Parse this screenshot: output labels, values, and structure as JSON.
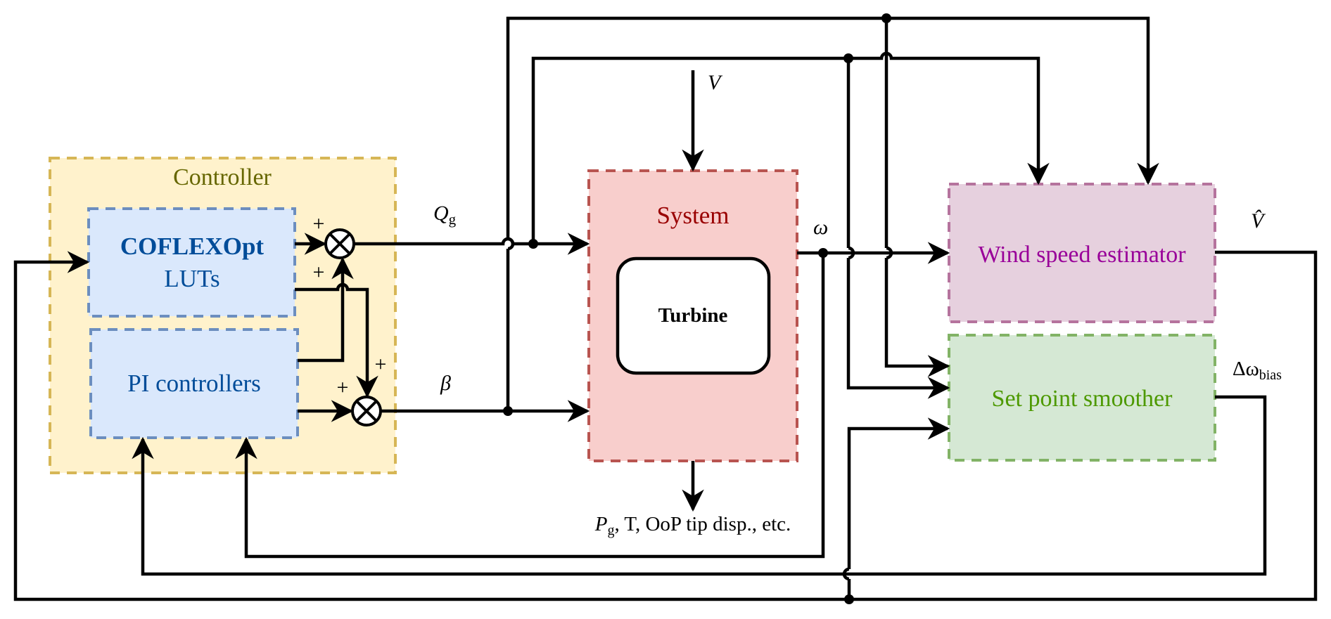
{
  "diagram": {
    "title": "Controller / System / Estimator block diagram",
    "blocks": {
      "controller": {
        "label": "Controller",
        "fill": "#fff2cc",
        "stroke": "#d6b656",
        "text_color": "#666600"
      },
      "luts": {
        "label_bold": "COFLEXOpt",
        "label": "LUTs",
        "fill": "#dae8fc",
        "stroke": "#6c8ebf",
        "text_color": "#004C99"
      },
      "pi": {
        "label": "PI controllers",
        "fill": "#dae8fc",
        "stroke": "#6c8ebf",
        "text_color": "#004C99"
      },
      "system": {
        "label": "System",
        "fill": "#f8cecc",
        "stroke": "#b85450",
        "text_color": "#990000"
      },
      "turbine": {
        "label": "Turbine",
        "fill": "#ffffff",
        "stroke": "#000000",
        "text_color": "#000000"
      },
      "estimator": {
        "label": "Wind speed estimator",
        "fill": "#e6d0de",
        "stroke": "#b5739d",
        "text_color": "#990099"
      },
      "smoother": {
        "label": "Set point smoother",
        "fill": "#d5e8d4",
        "stroke": "#82b366",
        "text_color": "#4D9900"
      }
    },
    "signals": {
      "qg": "Q",
      "qg_sub": "g",
      "beta": "β",
      "omega": "ω",
      "wind": "V",
      "wind_hat": "V̂",
      "delta_omega": "Δω",
      "delta_omega_sub": "bias",
      "outputs_p": "P",
      "outputs_p_sub": "g",
      "outputs_rest": ", T, OoP tip disp., etc."
    },
    "sum_signs": [
      "+",
      "+",
      "+",
      "+"
    ]
  }
}
